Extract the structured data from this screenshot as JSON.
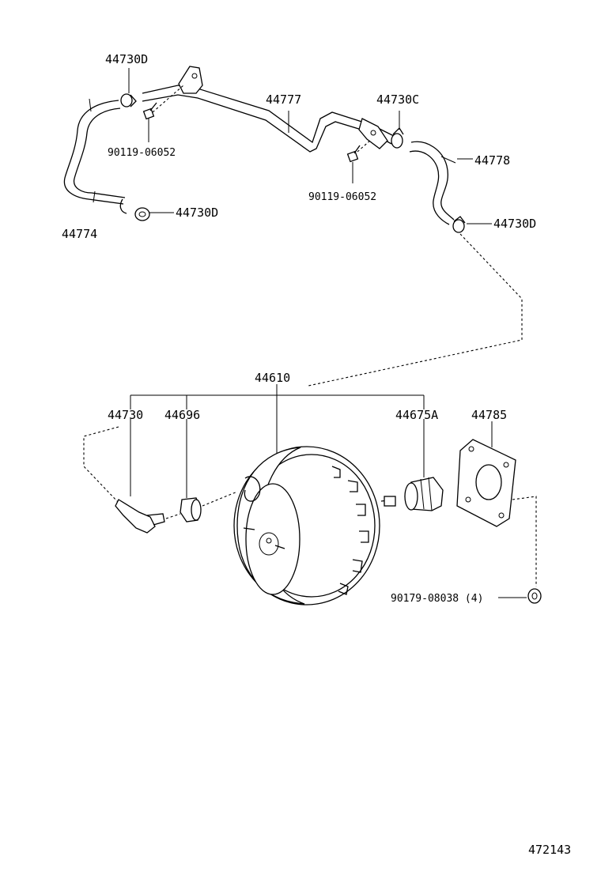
{
  "labels": {
    "clamp_44730d_top": "44730D",
    "bolt_left": "90119-06052",
    "hose_44774": "44774",
    "clamp_44730d_left": "44730D",
    "pipe_44777": "44777",
    "clamp_44730c": "44730C",
    "hose_44778": "44778",
    "bolt_mid": "90119-06052",
    "clamp_44730d_right": "44730D",
    "booster_44610": "44610",
    "elbow_44730": "44730",
    "grommet_44696": "44696",
    "boot_44675a": "44675A",
    "gasket_44785": "44785",
    "nut_90179": "90179-08038 (4)",
    "figure_number": "472143"
  }
}
